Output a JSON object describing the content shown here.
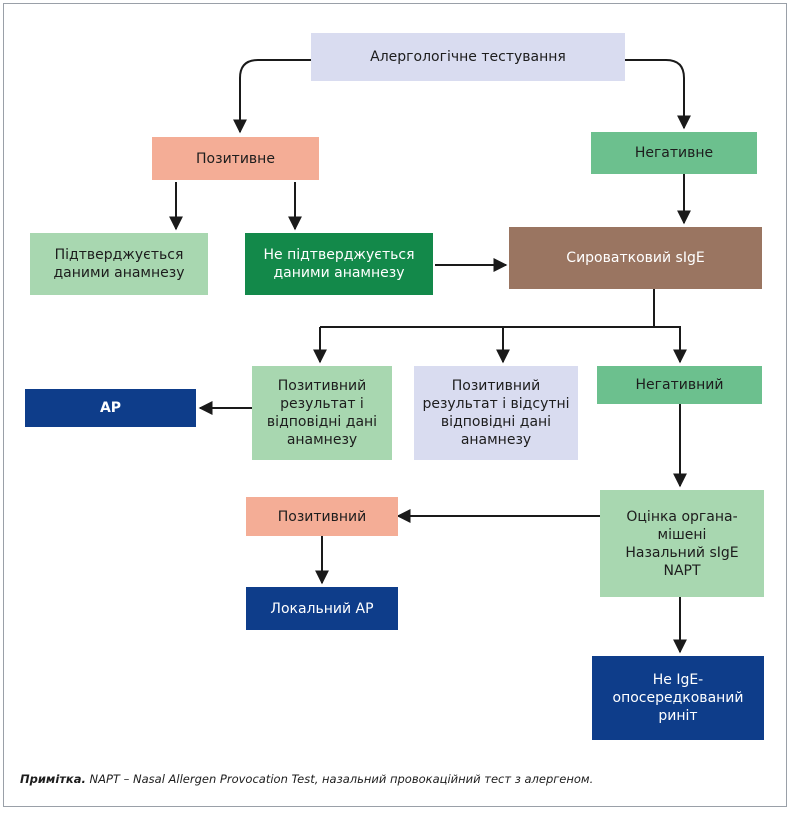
{
  "colors": {
    "lavender": "#d9dcf0",
    "salmon": "#f4ad96",
    "light_green": "#6cc08e",
    "pale_green": "#a8d7b0",
    "dark_green": "#13894a",
    "brown": "#9a7561",
    "navy": "#0e3d8a"
  },
  "nodes": {
    "allergy_testing": "Алергологічне тестування",
    "positive": "Позитивне",
    "negative": "Негативне",
    "confirmed_history": "Підтверджується даними анамнезу",
    "not_confirmed_history": "Не підтверджується даними анамнезу",
    "serum_sige": "Сироватковий sIgE",
    "positive_result_relevant": "Позитивний результат і відповідні дані анамнезу",
    "positive_result_absent": "Позитивний результат і відсутні відповідні дані анамнезу",
    "negative_result": "Негативний",
    "ar": "АР",
    "target_organ_eval": "Оцінка органа-мішені Назальний sIgE NAPT",
    "positive_nasal": "Позитивний",
    "local_ar": "Локальний АР",
    "non_ige_rhinitis": "Не IgE-опосередкований риніт"
  },
  "note": {
    "label": "Примітка.",
    "text": " NAPT – Nasal Allergen Provocation Test, назальний провокаційний тест з алергеном."
  }
}
